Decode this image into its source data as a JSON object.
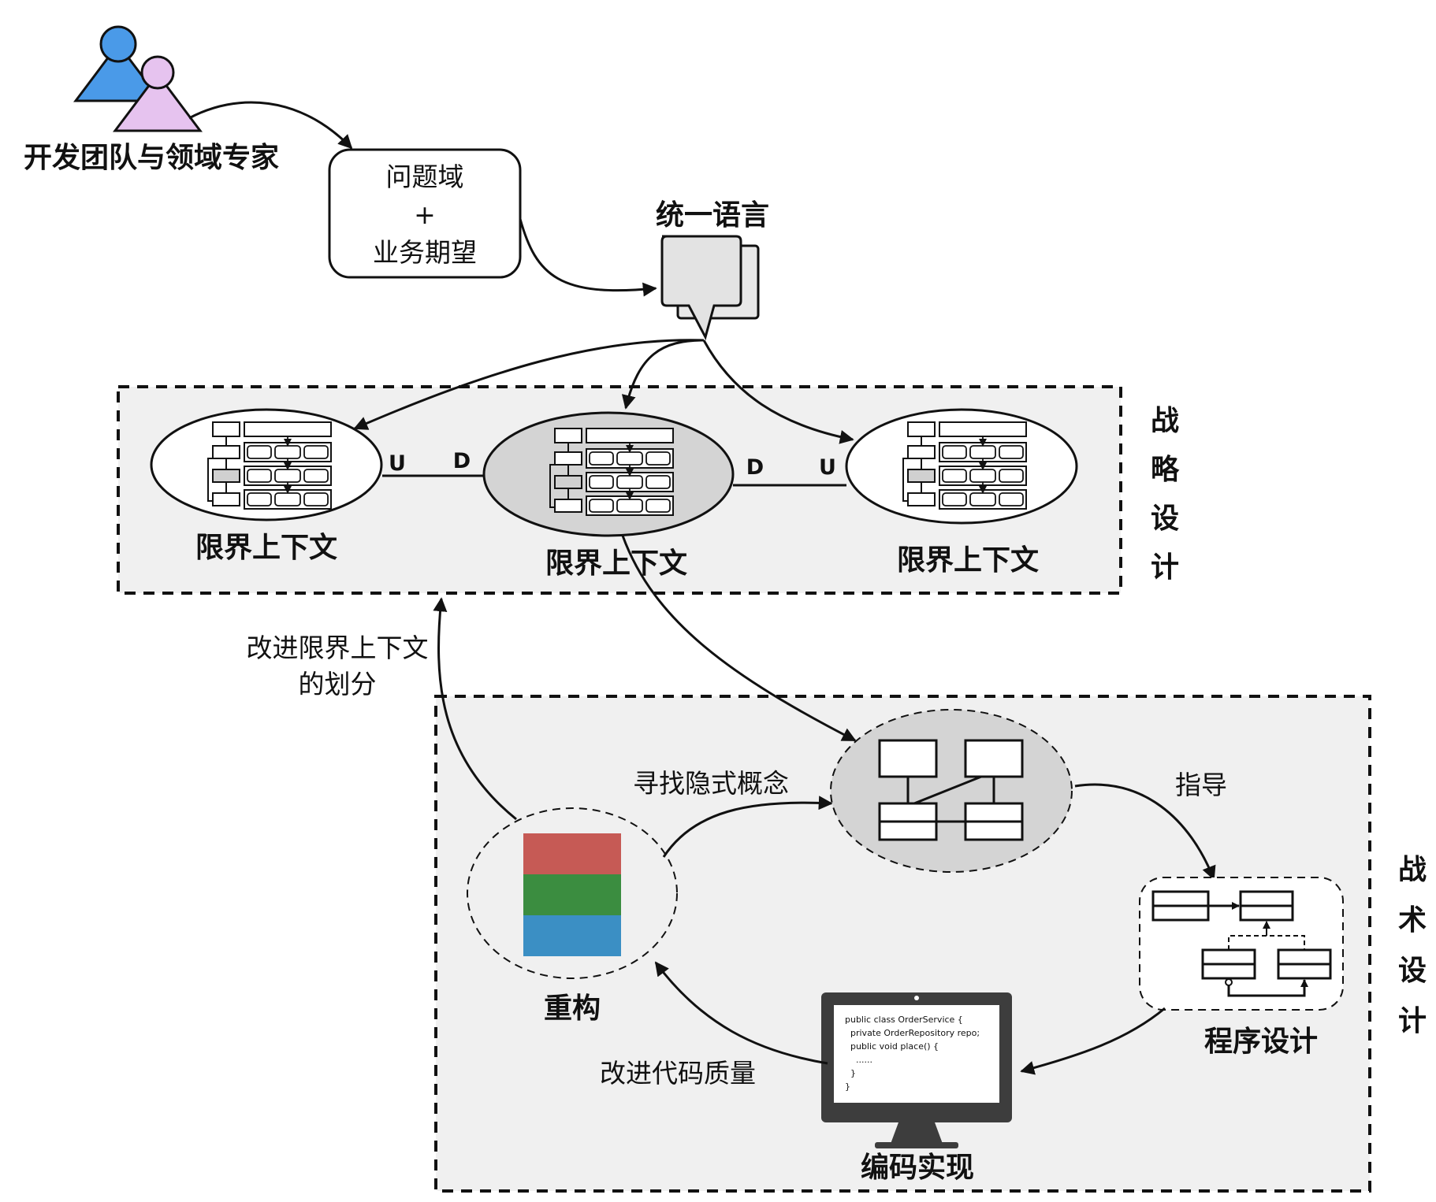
{
  "actors": {
    "label": "开发团队与领域专家"
  },
  "problem_box": {
    "line1": "问题域",
    "line2": "+",
    "line3": "业务期望"
  },
  "ubiquitous_language": {
    "label": "统一语言"
  },
  "strategic": {
    "title_chars": [
      "战",
      "略",
      "设",
      "计"
    ],
    "contexts": [
      {
        "label": "限界上下文"
      },
      {
        "label": "限界上下文"
      },
      {
        "label": "限界上下文"
      }
    ],
    "relations": [
      {
        "left": "U",
        "right": "D"
      },
      {
        "left": "D",
        "right": "U"
      }
    ]
  },
  "tactical": {
    "title_chars": [
      "战",
      "术",
      "设",
      "计"
    ],
    "refactor": {
      "label": "重构"
    },
    "program_design": {
      "label": "程序设计"
    },
    "coding": {
      "label": "编码实现"
    },
    "code_lines": [
      "public class OrderService {",
      "  private OrderRepository repo;",
      "  public void place() {",
      "    ......",
      "  }",
      "}"
    ]
  },
  "edges": {
    "improve_context_line1": "改进限界上下文",
    "improve_context_line2": "的划分",
    "find_implicit": "寻找隐式概念",
    "guide": "指导",
    "improve_quality": "改进代码质量"
  },
  "colors": {
    "panel_bg": "#f0f0f0",
    "gray_fill": "#d4d4d4",
    "actor_blue": "#4a9ae8",
    "actor_pink": "#e6c3ef",
    "bar_red": "#c65a55",
    "bar_green": "#3b8d40",
    "bar_blue": "#3b8fc4",
    "monitor": "#3d3d3d"
  }
}
